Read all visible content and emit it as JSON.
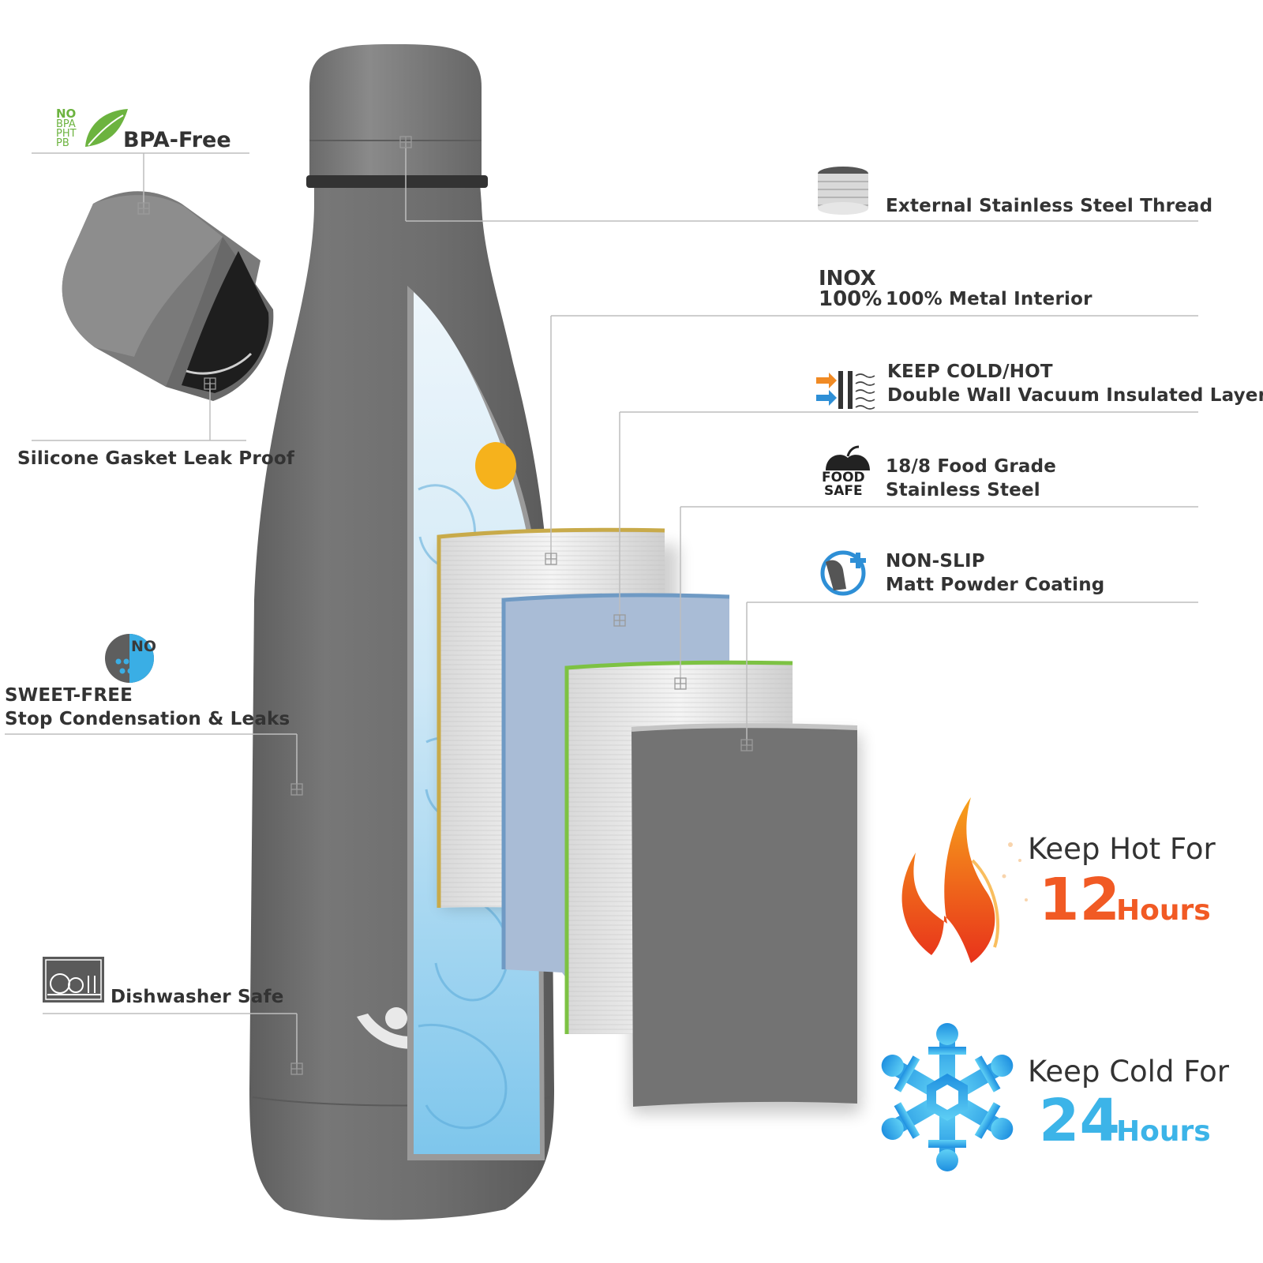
{
  "colors": {
    "bottle": "#707070",
    "hot_accent": "#f15a24",
    "cold_accent": "#3cb4e8",
    "layer_gold": "#c8aa4a",
    "layer_blue": "#a9bcd6",
    "layer_green": "#7dc243",
    "line": "#bdbdbd"
  },
  "features": {
    "bpa": {
      "icon_text": [
        "NO",
        "BPA",
        "PHT",
        "PB"
      ],
      "label": "BPA-Free",
      "icon": "leaf-icon"
    },
    "gasket": {
      "label": "Silicone Gasket Leak Proof"
    },
    "sweat": {
      "icon_text": "NO",
      "line1": "SWEET-FREE",
      "line2": "Stop Condensation & Leaks",
      "icon": "water-drops-icon"
    },
    "dishwasher": {
      "label": "Dishwasher Safe",
      "icon": "dishwasher-icon"
    },
    "thread": {
      "label": "External Stainless Steel Thread",
      "icon": "thread-icon"
    },
    "metal": {
      "icon_line1": "INOX",
      "icon_line2": "100%",
      "label": "100% Metal Interior"
    },
    "insulation": {
      "line1": "KEEP COLD/HOT",
      "line2": "Double Wall Vacuum Insulated Layer",
      "icon": "insulation-icon"
    },
    "food": {
      "icon_line1": "FOOD",
      "icon_line2": "SAFE",
      "line1": "18/8 Food Grade",
      "line2": "Stainless Steel",
      "icon": "apple-icon"
    },
    "coating": {
      "line1": "NON-SLIP",
      "line2": "Matt Powder Coating",
      "icon": "hand-plus-icon"
    }
  },
  "hot": {
    "label": "Keep Hot For",
    "value": "12",
    "unit": "Hours",
    "icon": "flame-icon"
  },
  "cold": {
    "label": "Keep Cold For",
    "value": "24",
    "unit": "Hours",
    "icon": "snowflake-icon"
  }
}
